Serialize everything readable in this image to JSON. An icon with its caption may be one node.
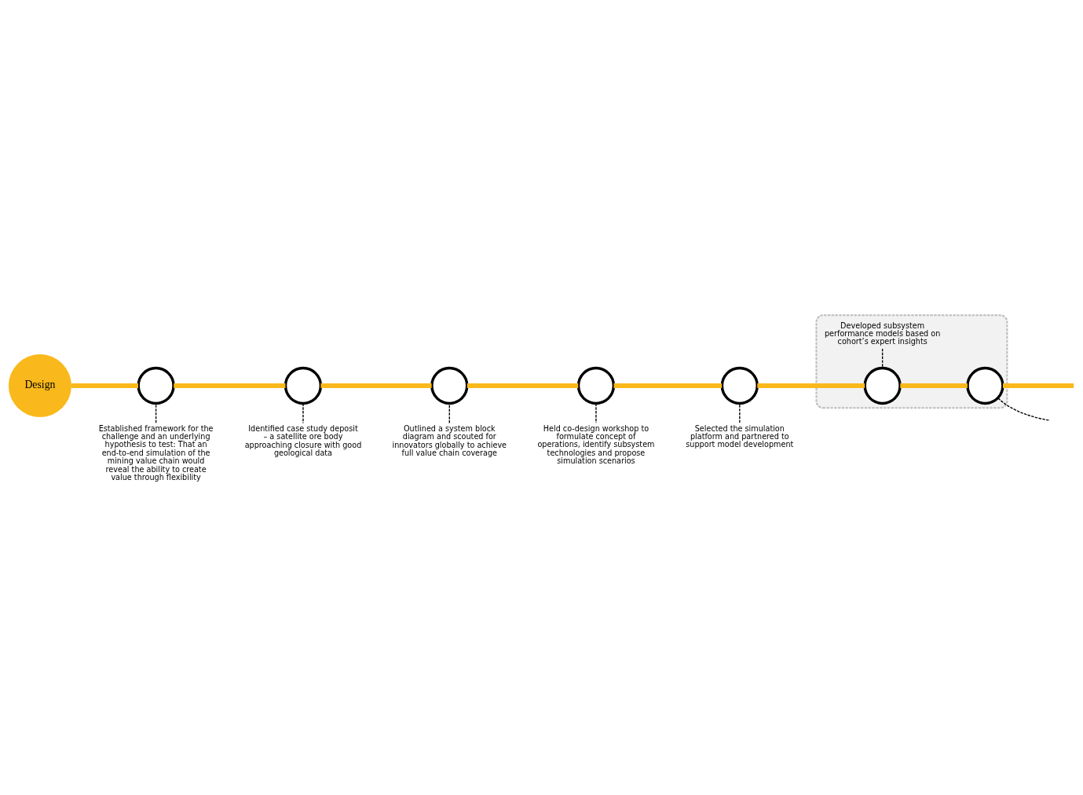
{
  "diagram": {
    "nodes": [
      {
        "text": [
          "Design"
        ]
      },
      {
        "text": [],
        "shape": "circle"
      },
      {
        "text": [
          "Established framework for the challenge and an underlying hypothesis to test: That an end-to-end simulation of the mining value chain would reveal the ability to create value through flexibility"
        ]
      },
      {
        "text": [],
        "shape": "circle"
      },
      {
        "text": [
          "Identified case study deposit – a satellite ore body approaching closure with good geological data"
        ]
      },
      {
        "text": [],
        "shape": "circle"
      },
      {
        "text": [
          "Outlined a system block diagram and scouted for innovators globally to achieve full value chain coverage"
        ]
      },
      {
        "text": [],
        "shape": "circle"
      },
      {
        "text": [
          "Held co-design workshop to formulate concept of operations, identify subsystem technologies and propose simulation scenarios"
        ]
      },
      {
        "text": [],
        "shape": "circle"
      },
      {
        "text": [
          "Selected the simulation platform and partnered to support model development"
        ]
      },
      {
        "text": [],
        "shape": "box"
      },
      {
        "text": [
          "Developed subsystem performance models based on cohort’s expert insights"
        ],
        "in": 11
      },
      {
        "text": [],
        "shape": "circle",
        "in": 11
      },
      {
        "text": [],
        "shape": "circle",
        "in": 11
      }
    ],
    "edges": [
      {
        "from": 0,
        "to": 1,
        "arrow": "none"
      },
      {
        "from": 1,
        "to": 3,
        "arrow": "none"
      },
      {
        "from": 3,
        "to": 5,
        "arrow": "none"
      },
      {
        "from": 5,
        "to": 7,
        "arrow": "none"
      },
      {
        "from": 7,
        "to": 9,
        "arrow": "none"
      },
      {
        "from": 9,
        "to": 13,
        "arrow": "none"
      },
      {
        "from": 13,
        "to": 14,
        "arrow": "none"
      },
      {
        "from": 14,
        "to": null,
        "arrow": "none"
      },
      {
        "from": 2,
        "to": 1,
        "arrow": "none",
        "style": "dashed",
        "color": "#000000"
      },
      {
        "from": 3,
        "to": 4,
        "arrow": "none",
        "style": "dashed",
        "color": "#000000"
      },
      {
        "from": 6,
        "to": 5,
        "arrow": "none",
        "style": "dashed",
        "color": "#000000"
      },
      {
        "from": 7,
        "to": 8,
        "arrow": "none",
        "style": "dashed",
        "color": "#000000"
      },
      {
        "from": 10,
        "to": 9,
        "arrow": "none",
        "style": "dashed",
        "color": "#000000"
      },
      {
        "from": 12,
        "to": 13,
        "arrow": "none",
        "style": "dashed",
        "color": "#000000"
      },
      {
        "from": 14,
        "to": null,
        "arrow": "none",
        "style": "dashed",
        "color": "#000000"
      }
    ]
  }
}
